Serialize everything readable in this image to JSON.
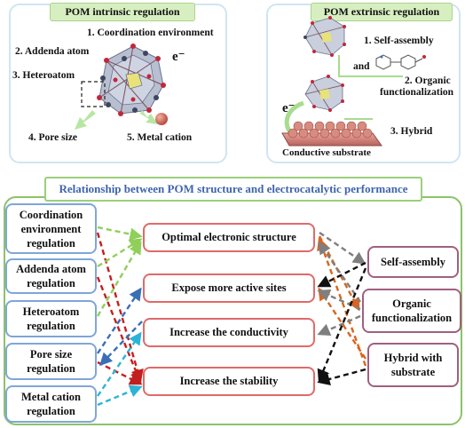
{
  "intrinsic": {
    "title": "POM intrinsic regulation",
    "labels": [
      "1. Coordination environment",
      "2. Addenda atom",
      "3. Heteroatom",
      "4. Pore size",
      "5.  Metal cation"
    ],
    "electron": "e⁻"
  },
  "extrinsic": {
    "title": "POM extrinsic regulation",
    "self_assembly": "1. Self-assembly",
    "and": "and",
    "organic_1": "2. Organic",
    "organic_2": "functionalization",
    "hybrid": "3. Hybrid",
    "electron": "e⁻",
    "substrate": "Conductive substrate"
  },
  "relationship": {
    "title": "Relationship between POM structure and electrocatalytic performance",
    "left": [
      [
        "Coordination",
        "environment",
        "regulation"
      ],
      [
        "Addenda atom",
        "regulation"
      ],
      [
        "Heteroatom",
        "regulation"
      ],
      [
        "Pore size",
        "regulation"
      ],
      [
        "Metal cation",
        "regulation"
      ]
    ],
    "center": [
      "Optimal electronic structure",
      "Expose more active sites",
      "Increase the conductivity",
      "Increase the stability"
    ],
    "right": [
      [
        "Self-assembly"
      ],
      [
        "Organic",
        "functionalization"
      ],
      [
        "Hybrid with",
        "substrate"
      ]
    ]
  },
  "colors": {
    "red": "#c41f1f",
    "green": "#8fcf5a",
    "blue": "#3a6fb5",
    "cyan": "#2bb4d6",
    "orange": "#d9641e",
    "gray": "#7f7f7f",
    "black": "#111111"
  }
}
